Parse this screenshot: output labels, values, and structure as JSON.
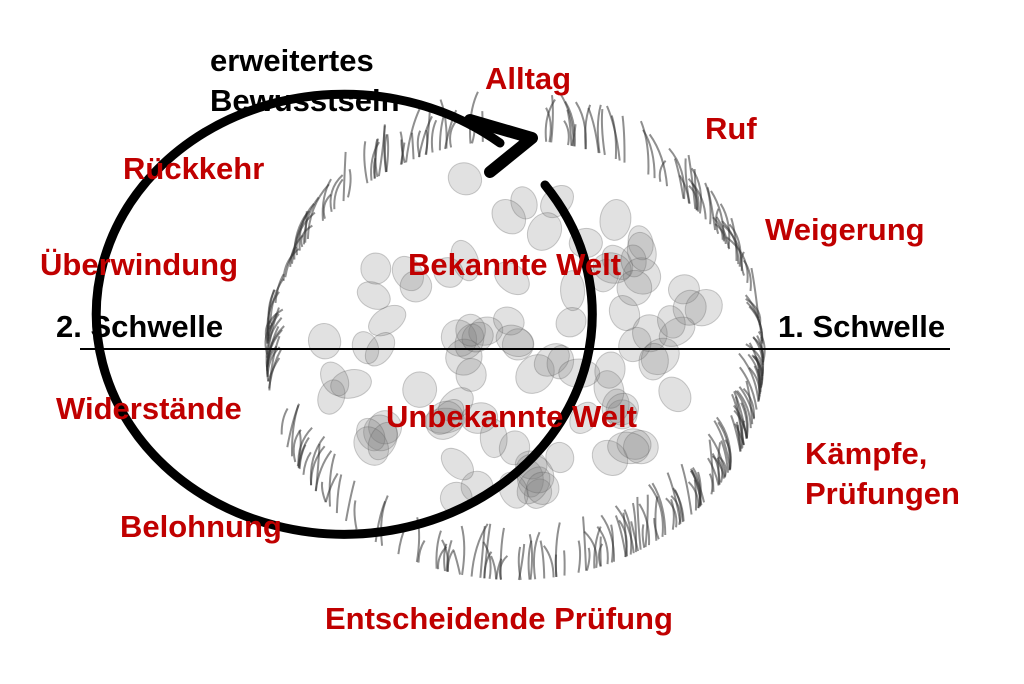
{
  "labels": {
    "erweitertes": "erweitertes",
    "bewusstsein": "Bewusstsein",
    "alltag": "Alltag",
    "ruf": "Ruf",
    "rueckkehr": "Rückkehr",
    "weigerung": "Weigerung",
    "ueberwindung": "Überwindung",
    "bekannte_welt": "Bekannte Welt",
    "schwelle2": "2. Schwelle",
    "schwelle1": "1. Schwelle",
    "widerstaende": "Widerstände",
    "unbekannte_welt": "Unbekannte Welt",
    "kaempfe": "Kämpfe,",
    "pruefungen": "Prüfungen",
    "belohnung": "Belohnung",
    "entscheidende": "Entscheidende Prüfung"
  },
  "colors": {
    "accent": "#c00000",
    "text": "#000000"
  }
}
